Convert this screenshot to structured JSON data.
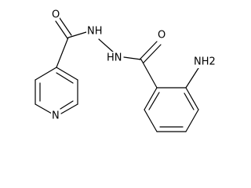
{
  "molecule": {
    "atoms": {
      "carbonyl_o_left": "O",
      "hydrazide_nh_1": "NH",
      "hydrazide_nh_2": "HN",
      "carbonyl_o_right": "O",
      "amino": "NH2",
      "pyridine_n": "N"
    }
  },
  "colors": {
    "bond": "#000000",
    "label": "#000000",
    "background": "#ffffff"
  }
}
